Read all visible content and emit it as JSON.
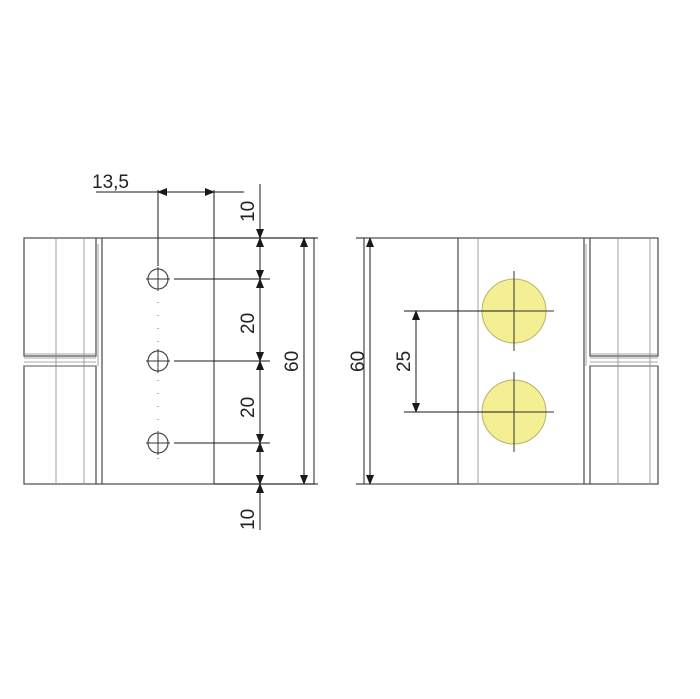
{
  "colors": {
    "outline": "#4a4a4a",
    "dimension": "#1a1a1a",
    "pin_fill": "#f3ef92",
    "pin_stroke": "#b9b36a"
  },
  "dimensions": {
    "offset": "13,5",
    "top_margin": "10",
    "spacing_1": "20",
    "spacing_2": "20",
    "bottom_margin": "10",
    "height_left": "60",
    "height_right": "60",
    "pin_spacing": "25"
  }
}
